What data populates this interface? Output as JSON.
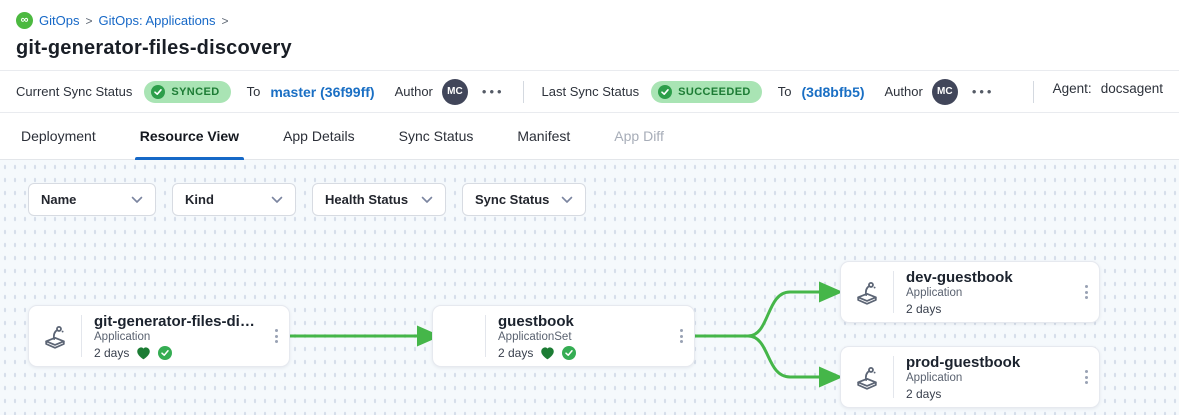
{
  "breadcrumb": {
    "logo_icon": "gitops-logo-icon",
    "items": [
      {
        "label": "GitOps"
      },
      {
        "label": "GitOps: Applications"
      }
    ],
    "separator": ">"
  },
  "page_title": "git-generator-files-discovery",
  "status_bar": {
    "current": {
      "label": "Current Sync Status",
      "badge": "SYNCED",
      "to_label": "To",
      "revision": "master (36f99ff)",
      "author_label": "Author",
      "avatar_initials": "MC"
    },
    "last": {
      "label": "Last Sync Status",
      "badge": "SUCCEEDED",
      "to_label": "To",
      "revision": "(3d8bfb5)",
      "author_label": "Author",
      "avatar_initials": "MC"
    },
    "more_icon": "•••",
    "agent_label": "Agent:",
    "agent_value": "docsagent"
  },
  "tabs": [
    {
      "label": "Deployment",
      "state": "normal"
    },
    {
      "label": "Resource View",
      "state": "active"
    },
    {
      "label": "App Details",
      "state": "normal"
    },
    {
      "label": "Sync Status",
      "state": "normal"
    },
    {
      "label": "Manifest",
      "state": "normal"
    },
    {
      "label": "App Diff",
      "state": "disabled"
    }
  ],
  "filters": [
    {
      "label": "Name"
    },
    {
      "label": "Kind"
    },
    {
      "label": "Health Status"
    },
    {
      "label": "Sync Status"
    }
  ],
  "graph": {
    "nodes": [
      {
        "title": "git-generator-files-disco...",
        "kind": "Application",
        "age": "2 days",
        "health_icon": "heart-healthy",
        "sync_icon": "check-synced"
      },
      {
        "title": "guestbook",
        "kind": "ApplicationSet",
        "age": "2 days",
        "health_icon": "heart-healthy",
        "sync_icon": "check-synced"
      },
      {
        "title": "dev-guestbook",
        "kind": "Application",
        "age": "2 days"
      },
      {
        "title": "prod-guestbook",
        "kind": "Application",
        "age": "2 days"
      }
    ],
    "edges": [
      {
        "from": "git-generator-files-discovery",
        "to": "guestbook"
      },
      {
        "from": "guestbook",
        "to": "dev-guestbook"
      },
      {
        "from": "guestbook",
        "to": "prod-guestbook"
      }
    ]
  },
  "colors": {
    "accent_blue": "#1668c7",
    "edge_green": "#45b649",
    "badge_bg_green": "#a9e4b4",
    "badge_text_green": "#1d7c35",
    "heart_green": "#1c7c34",
    "check_green": "#35ad53",
    "avatar_bg": "#41465a",
    "logo_green": "#4cb940",
    "canvas_bg": "#f5f9fc"
  }
}
